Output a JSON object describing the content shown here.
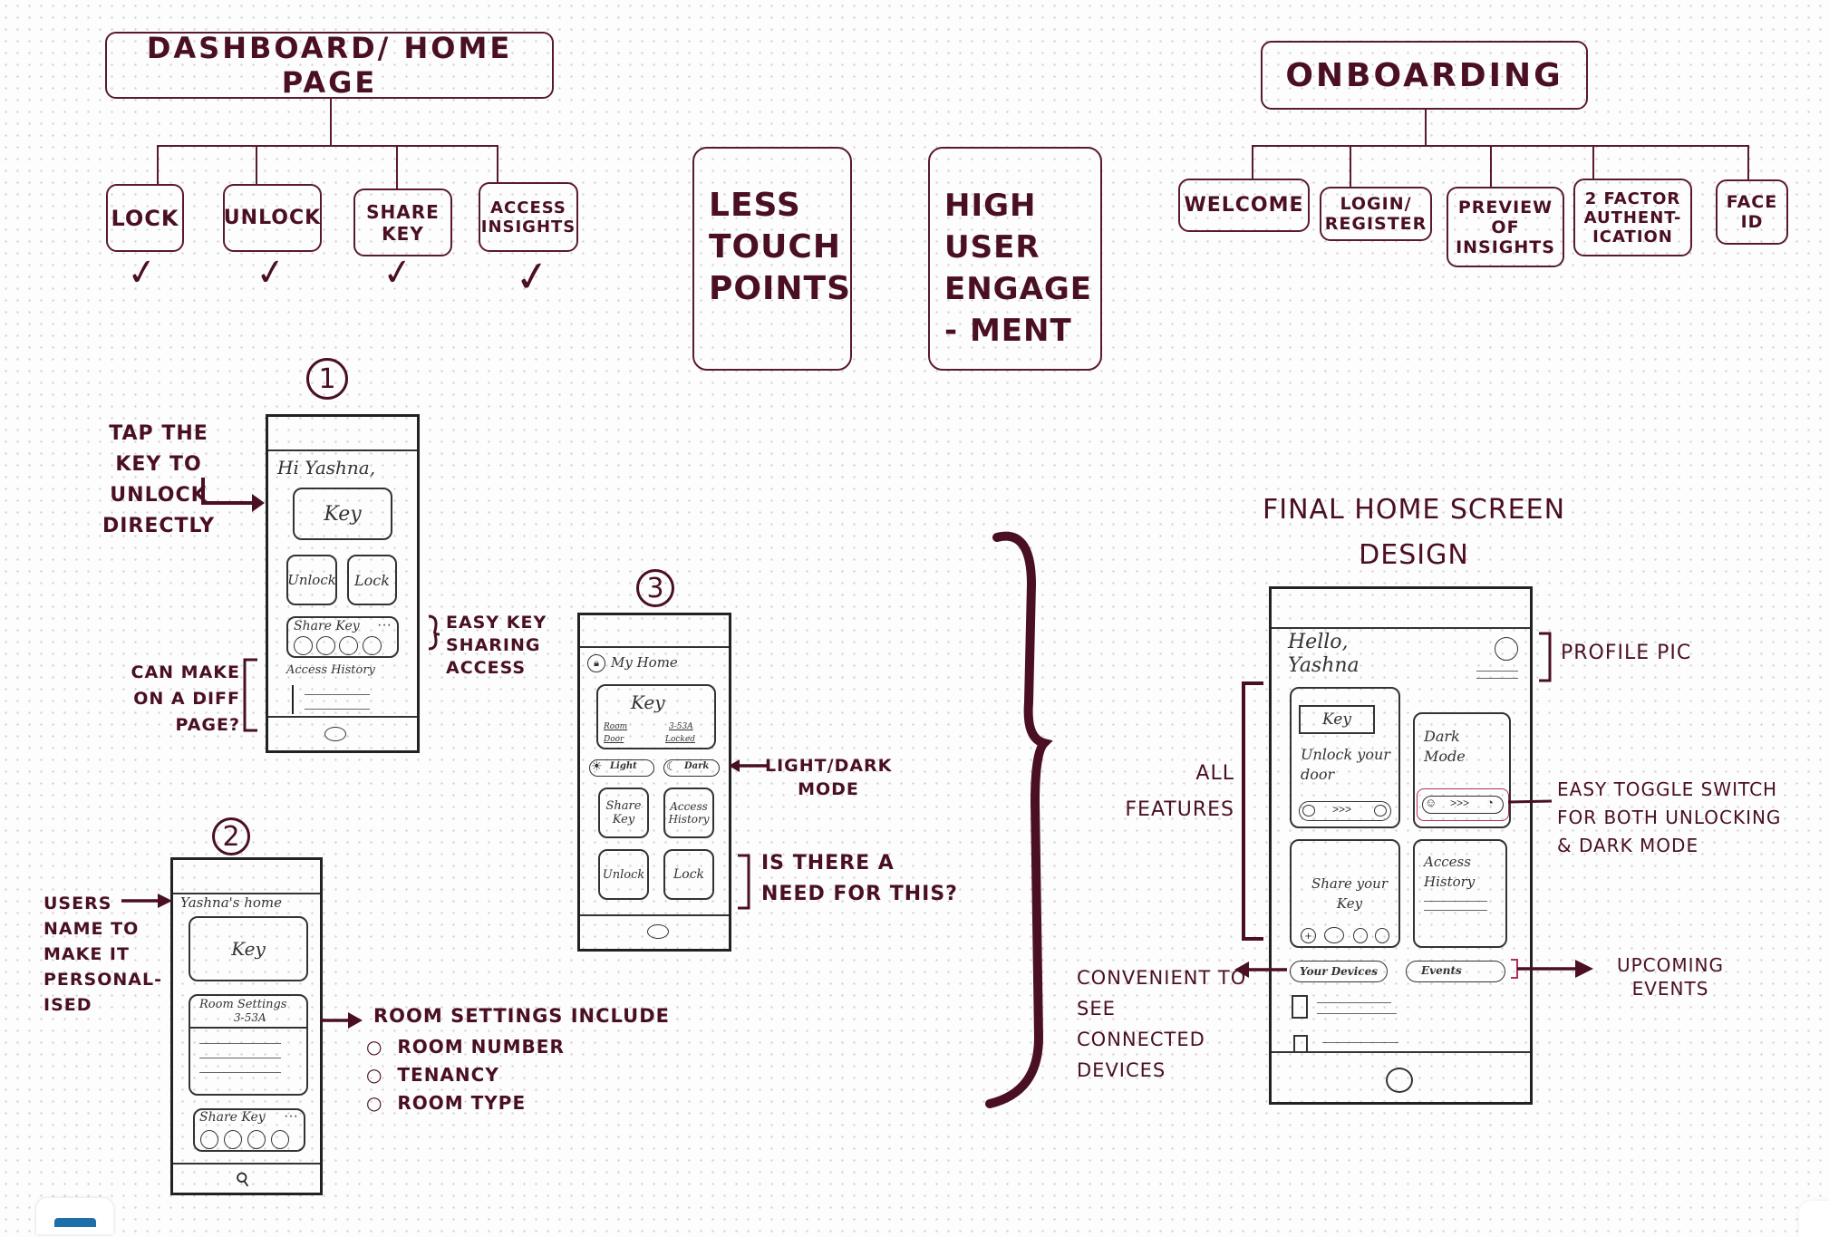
{
  "colors": {
    "ink": "#4a0f23",
    "sketch": "#333333",
    "highlight": "#b0305a",
    "taskbar_accent": "#1f6fa8"
  },
  "dashboard": {
    "title": "DASHBOARD/ HOME PAGE",
    "children": [
      {
        "label": "LOCK",
        "checked": true
      },
      {
        "label": "UNLOCK",
        "checked": true
      },
      {
        "label": "SHARE KEY",
        "checked": true
      },
      {
        "label": "ACCESS INSIGHTS",
        "checked": true
      }
    ],
    "check_glyph": "✓"
  },
  "goals": [
    {
      "label": "LESS TOUCH POINTS"
    },
    {
      "label": "HIGH USER ENGAGE- MENT"
    }
  ],
  "onboarding": {
    "title": "ONBOARDING",
    "children": [
      {
        "label": "WELCOME"
      },
      {
        "label": "LOGIN/ REGISTER"
      },
      {
        "label": "PREVIEW OF INSIGHTS"
      },
      {
        "label": "2 FACTOR AUTHENT- ICATION"
      },
      {
        "label": "FACE ID"
      }
    ]
  },
  "sketch1": {
    "number": "1",
    "greeting": "Hi Yashna,",
    "key": "Key",
    "unlock": "Unlock",
    "lock": "Lock",
    "share_key": "Share Key",
    "more": "···",
    "access_history": "Access History",
    "notes": {
      "tap_key": "TAP THE KEY TO UNLOCK DIRECTLY",
      "easy_key": "EASY KEY SHARING ACCESS",
      "diff_page": "CAN MAKE ON A DIFF PAGE?"
    }
  },
  "sketch2": {
    "number": "2",
    "header": "Yashna's home",
    "key": "Key",
    "room_settings": "Room Settings",
    "room_number": "3-53A",
    "share_key": "Share Key",
    "more": "···",
    "notes": {
      "users_name": "USERS NAME TO MAKE IT PERSONAL- ISED",
      "room_settings_title": "ROOM SETTINGS INCLUDE",
      "room_settings_items": [
        "ROOM NUMBER",
        "TENANCY",
        "ROOM TYPE"
      ]
    }
  },
  "sketch3": {
    "number": "3",
    "header": "My Home",
    "key": "Key",
    "room_label": "Room",
    "room_value": "3-53A",
    "door_label": "Door",
    "door_value": "Locked",
    "light": "Light",
    "dark": "Dark",
    "share_key": "Share Key",
    "access_history": "Access History",
    "unlock": "Unlock",
    "lock": "Lock",
    "notes": {
      "light_dark": "LIGHT/DARK MODE",
      "need": "IS THERE A NEED FOR THIS?"
    }
  },
  "final": {
    "title": "FINAL HOME SCREEN DESIGN",
    "greeting": "Hello, Yashna",
    "key": "Key",
    "unlock_text": "Unlock your door",
    "dark_mode": "Dark Mode",
    "slider": ">>>",
    "share_text": "Share your Key",
    "access_history": "Access History",
    "your_devices": "Your Devices",
    "events": "Events",
    "notes": {
      "profile_pic": "PROFILE PIC",
      "all_features": "ALL FEATURES",
      "easy_toggle": "EASY TOGGLE SWITCH FOR BOTH UNLOCKING & DARK MODE",
      "connected_devices": "CONVENIENT TO SEE CONNECTED DEVICES",
      "upcoming_events": "UPCOMING EVENTS"
    }
  }
}
